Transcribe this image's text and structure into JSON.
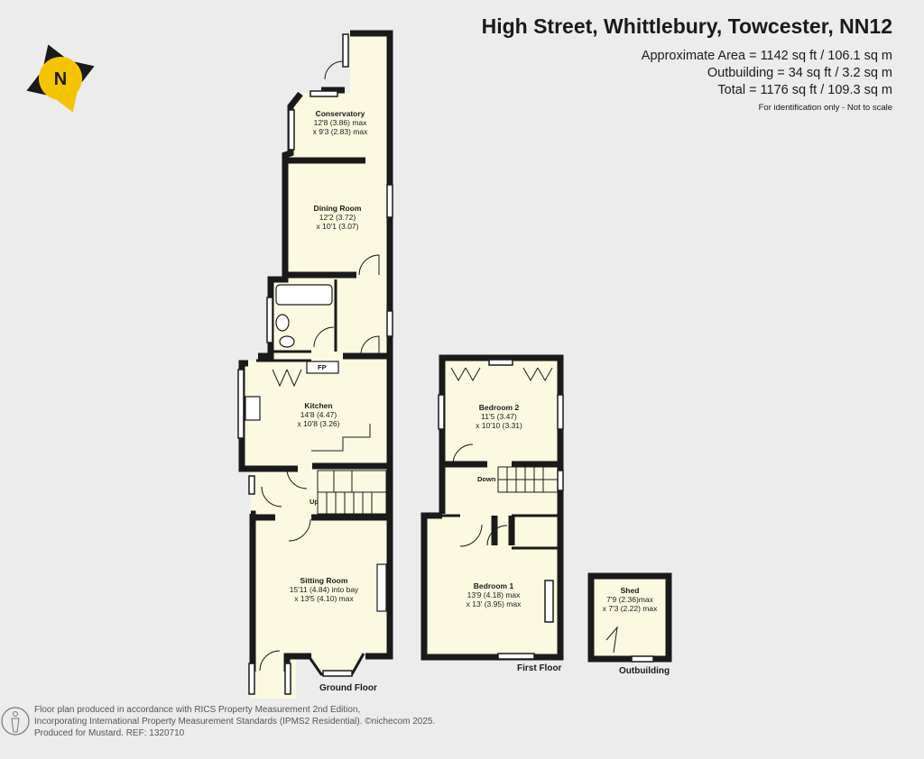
{
  "header": {
    "address": "High Street, Whittlebury, Towcester, NN12",
    "approx_area": "Approximate Area = 1142 sq ft / 106.1 sq m",
    "outbuilding_area": "Outbuilding = 34 sq ft / 3.2 sq m",
    "total_area": "Total = 1176 sq ft / 109.3 sq m",
    "disclaimer": "For identification only - Not to scale"
  },
  "compass": {
    "letter": "N",
    "color": "#f5c400"
  },
  "rooms": {
    "conservatory": {
      "name": "Conservatory",
      "dim1": "12'8 (3.86) max",
      "dim2": "x 9'3 (2.83) max"
    },
    "dining": {
      "name": "Dining Room",
      "dim1": "12'2 (3.72)",
      "dim2": "x 10'1 (3.07)"
    },
    "kitchen": {
      "name": "Kitchen",
      "dim1": "14'8 (4.47)",
      "dim2": "x 10'8 (3.26)"
    },
    "sitting": {
      "name": "Sitting Room",
      "dim1": "15'11 (4.84) into bay",
      "dim2": "x 13'5 (4.10) max"
    },
    "bedroom2": {
      "name": "Bedroom 2",
      "dim1": "11'5 (3.47)",
      "dim2": "x 10'10 (3.31)"
    },
    "bedroom1": {
      "name": "Bedroom 1",
      "dim1": "13'9 (4.18) max",
      "dim2": "x 13' (3.95) max"
    },
    "shed": {
      "name": "Shed",
      "dim1": "7'9 (2.36)max",
      "dim2": "x 7'3 (2.22) max"
    }
  },
  "labels": {
    "fp": "FP",
    "up": "Up",
    "down": "Down",
    "ground_floor": "Ground Floor",
    "first_floor": "First Floor",
    "outbuilding": "Outbuilding"
  },
  "footer": {
    "line1": "Floor plan produced in accordance with RICS Property Measurement 2nd Edition,",
    "line2": "Incorporating International Property Measurement Standards (IPMS2 Residential).  ©nichecom 2025.",
    "line3": "Produced for Mustard.   REF: 1320710"
  },
  "colors": {
    "fill": "#fbfae0",
    "wall": "#1a1a1a",
    "background": "#ececec"
  }
}
